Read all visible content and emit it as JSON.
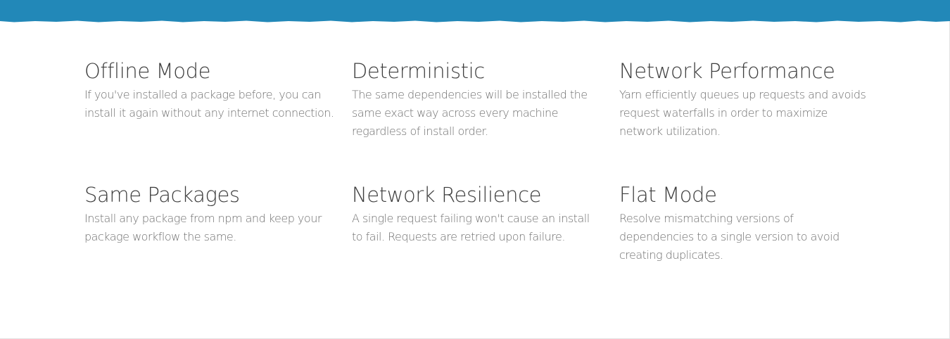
{
  "colors": {
    "header_band": "#2288b8",
    "background": "#ffffff",
    "title_text": "#3e3e3e",
    "body_text": "#6f6f6f"
  },
  "features": [
    {
      "title": "Offline Mode",
      "text": "If you've installed a package before, you can install it again without any internet connection."
    },
    {
      "title": "Deterministic",
      "text": "The same dependencies will be installed the same exact way across every machine regardless of install order."
    },
    {
      "title": "Network Performance",
      "text": "Yarn efficiently queues up requests and avoids request waterfalls in order to maximize network utilization."
    },
    {
      "title": "Same Packages",
      "text": "Install any package from npm and keep your package workflow the same."
    },
    {
      "title": "Network Resilience",
      "text": "A single request failing won't cause an install to fail. Requests are retried upon failure."
    },
    {
      "title": "Flat Mode",
      "text": "Resolve mismatching versions of dependencies to a single version to avoid creating duplicates."
    }
  ]
}
